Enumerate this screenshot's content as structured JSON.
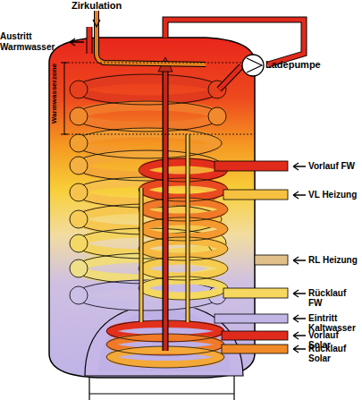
{
  "diagram": {
    "labels": [
      "Zirkulation",
      "Austritt Warmwasser",
      "Warmwasserzone",
      "Ladepumpe",
      "Vorlauf FW",
      "VL Heizung",
      "RL Heizung",
      "Rücklauf FW",
      "Eintritt Kaltwasser",
      "Vorlauf Solar",
      "Rücklauf Solar"
    ]
  }
}
